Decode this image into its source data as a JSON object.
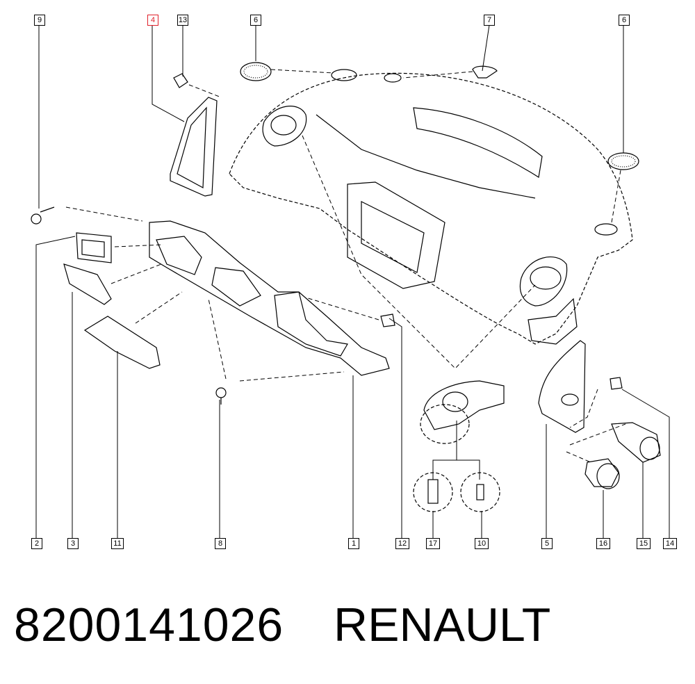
{
  "callouts": {
    "c9": "9",
    "c4": "4",
    "c13": "13",
    "c6a": "6",
    "c7": "7",
    "c6b": "6",
    "c2": "2",
    "c3": "3",
    "c11": "11",
    "c8": "8",
    "c1": "1",
    "c12": "12",
    "c17": "17",
    "c10": "10",
    "c5": "5",
    "c16": "16",
    "c15": "15",
    "c14": "14"
  },
  "highlight_color": "#e0202a",
  "footer": {
    "part_number": "8200141026",
    "brand": "RENAULT"
  }
}
